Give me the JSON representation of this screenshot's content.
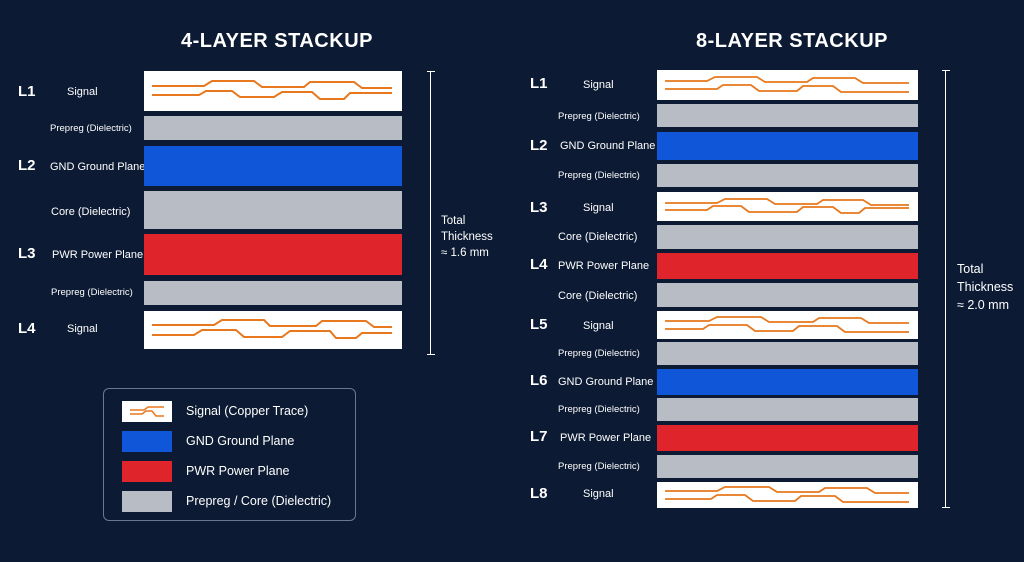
{
  "stackup_4": {
    "title": "4-LAYER STACKUP",
    "layers": [
      {
        "id": "L1",
        "label": "Signal",
        "type": "signal"
      },
      {
        "id": "",
        "label": "Prepreg (Dielectric)",
        "type": "dielectric"
      },
      {
        "id": "L2",
        "label": "GND Ground Plane",
        "type": "gnd"
      },
      {
        "id": "",
        "label": "Core (Dielectric)",
        "type": "dielectric"
      },
      {
        "id": "L3",
        "label": "PWR Power Plane",
        "type": "pwr"
      },
      {
        "id": "",
        "label": "Prepreg (Dielectric)",
        "type": "dielectric"
      },
      {
        "id": "L4",
        "label": "Signal",
        "type": "signal"
      }
    ],
    "thickness": {
      "line1": "Total",
      "line2": "Thickness",
      "line3": "≈ 1.6 mm"
    }
  },
  "stackup_8": {
    "title": "8-LAYER STACKUP",
    "layers": [
      {
        "id": "L1",
        "label": "Signal",
        "type": "signal"
      },
      {
        "id": "",
        "label": "Prepreg (Dielectric)",
        "type": "dielectric"
      },
      {
        "id": "L2",
        "label": "GND Ground Plane",
        "type": "gnd"
      },
      {
        "id": "",
        "label": "Prepreg (Dielectric)",
        "type": "dielectric"
      },
      {
        "id": "L3",
        "label": "Signal",
        "type": "signal"
      },
      {
        "id": "",
        "label": "Core (Dielectric)",
        "type": "dielectric"
      },
      {
        "id": "L4",
        "label": "PWR Power Plane",
        "type": "pwr"
      },
      {
        "id": "",
        "label": "Core (Dielectric)",
        "type": "dielectric"
      },
      {
        "id": "L5",
        "label": "Signal",
        "type": "signal"
      },
      {
        "id": "",
        "label": "Prepreg (Dielectric)",
        "type": "dielectric"
      },
      {
        "id": "L6",
        "label": "GND Ground Plane",
        "type": "gnd"
      },
      {
        "id": "",
        "label": "Prepreg (Dielectric)",
        "type": "dielectric"
      },
      {
        "id": "L7",
        "label": "PWR Power Plane",
        "type": "pwr"
      },
      {
        "id": "",
        "label": "Prepreg (Dielectric)",
        "type": "dielectric"
      },
      {
        "id": "L8",
        "label": "Signal",
        "type": "signal"
      }
    ],
    "thickness": {
      "line1": "Total",
      "line2": "Thickness",
      "line3": "≈ 2.0 mm"
    }
  },
  "legend": {
    "items": [
      {
        "label": "Signal (Copper Trace)",
        "type": "signal"
      },
      {
        "label": "GND Ground Plane",
        "type": "gnd"
      },
      {
        "label": "PWR Power Plane",
        "type": "pwr"
      },
      {
        "label": "Prepreg / Core (Dielectric)",
        "type": "dielectric"
      }
    ]
  },
  "colors": {
    "background": "#0c1a33",
    "signal_fill": "#ffffff",
    "copper_trace": "#e8781e",
    "gnd_plane": "#0f57d8",
    "pwr_plane": "#e0242b",
    "dielectric": "#b8bcc4"
  }
}
